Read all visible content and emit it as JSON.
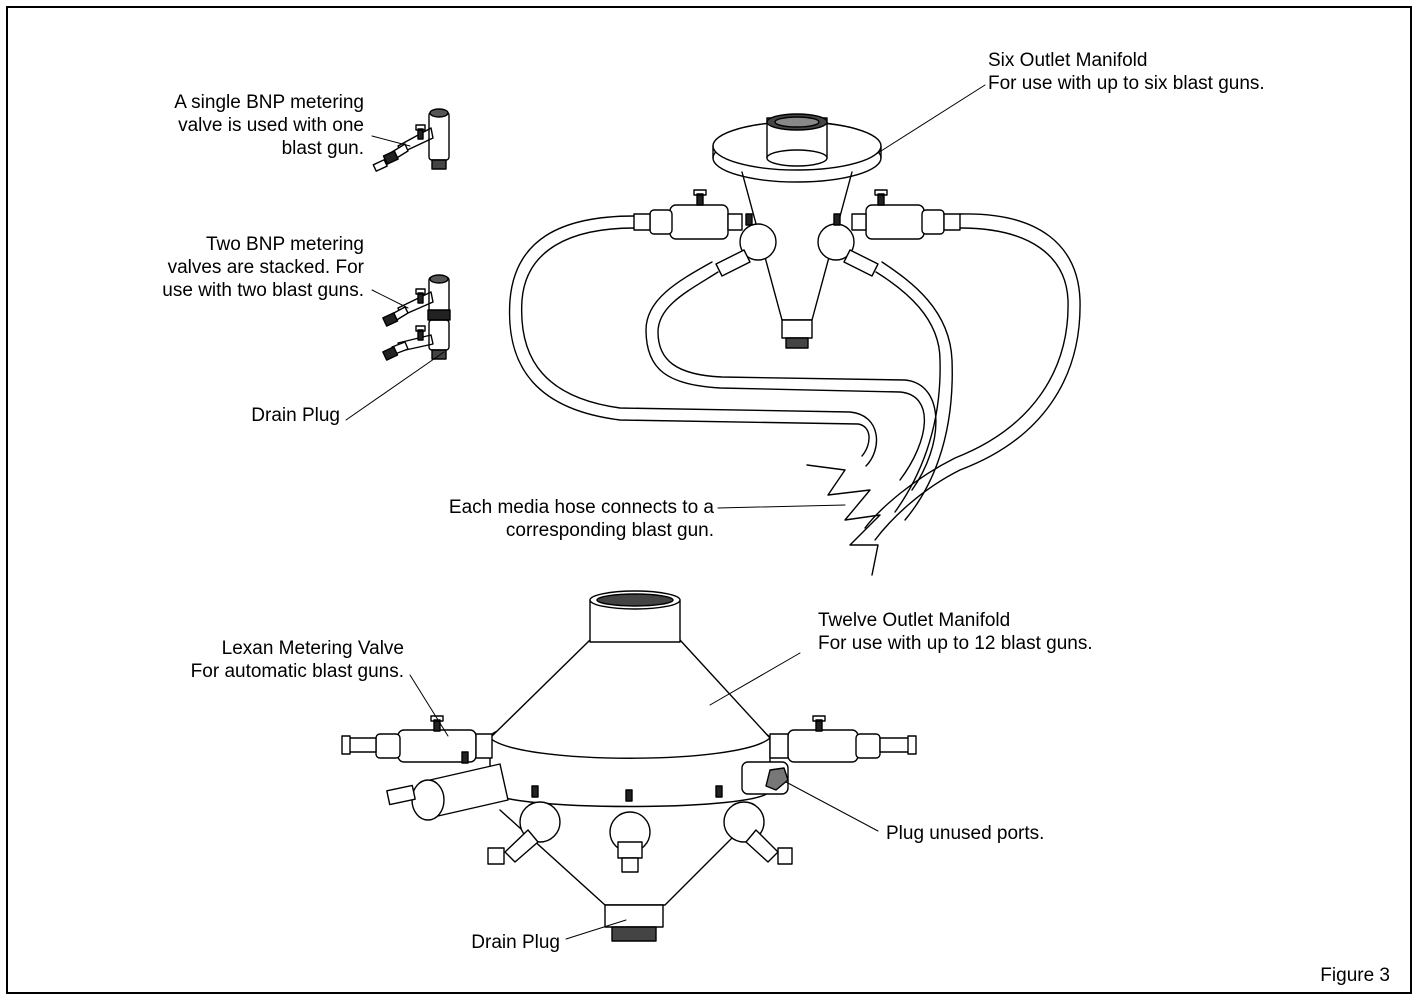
{
  "labels": {
    "single_valve": [
      "A single BNP metering",
      "valve is used with one",
      "blast gun."
    ],
    "two_valves": [
      "Two BNP metering",
      "valves are stacked. For",
      "use with two blast guns."
    ],
    "drain_plug_upper": "Drain Plug",
    "six_outlet": [
      "Six Outlet Manifold",
      "For use with up to six blast guns."
    ],
    "media_hose": [
      "Each media hose connects to a",
      "corresponding blast gun."
    ],
    "twelve_outlet": [
      "Twelve Outlet Manifold",
      "For use with up to 12 blast guns."
    ],
    "lexan_valve": [
      "Lexan Metering Valve",
      "For automatic blast guns."
    ],
    "plug_unused": "Plug unused ports.",
    "drain_plug_lower": "Drain Plug",
    "figure": "Figure 3"
  }
}
